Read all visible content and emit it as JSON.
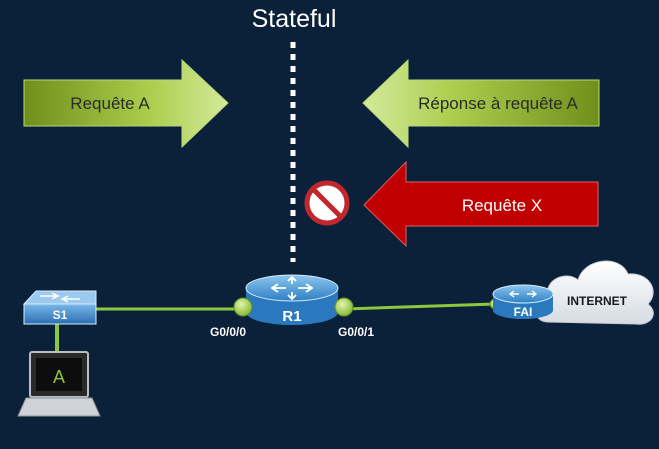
{
  "title": "Stateful",
  "arrows": {
    "request_a": "Requête A",
    "response_a": "Réponse à requête A",
    "request_x": "Requête X"
  },
  "devices": {
    "switch": "S1",
    "router": "R1",
    "isp_router": "FAI",
    "cloud": "INTERNET",
    "pc": "A"
  },
  "interfaces": {
    "left": "G0/0/0",
    "right": "G0/0/1"
  },
  "colors": {
    "background": "#0b2139",
    "arrow_green": "#9cc33a",
    "arrow_red": "#c00000",
    "link": "#8dc63f",
    "device_blue": "#3b8fd4",
    "blocked_icon": "#c0282d"
  },
  "icons": {
    "blocked": "no-entry-icon",
    "switch": "switch-icon",
    "router": "router-icon",
    "cloud": "cloud-icon",
    "laptop": "laptop-icon"
  }
}
